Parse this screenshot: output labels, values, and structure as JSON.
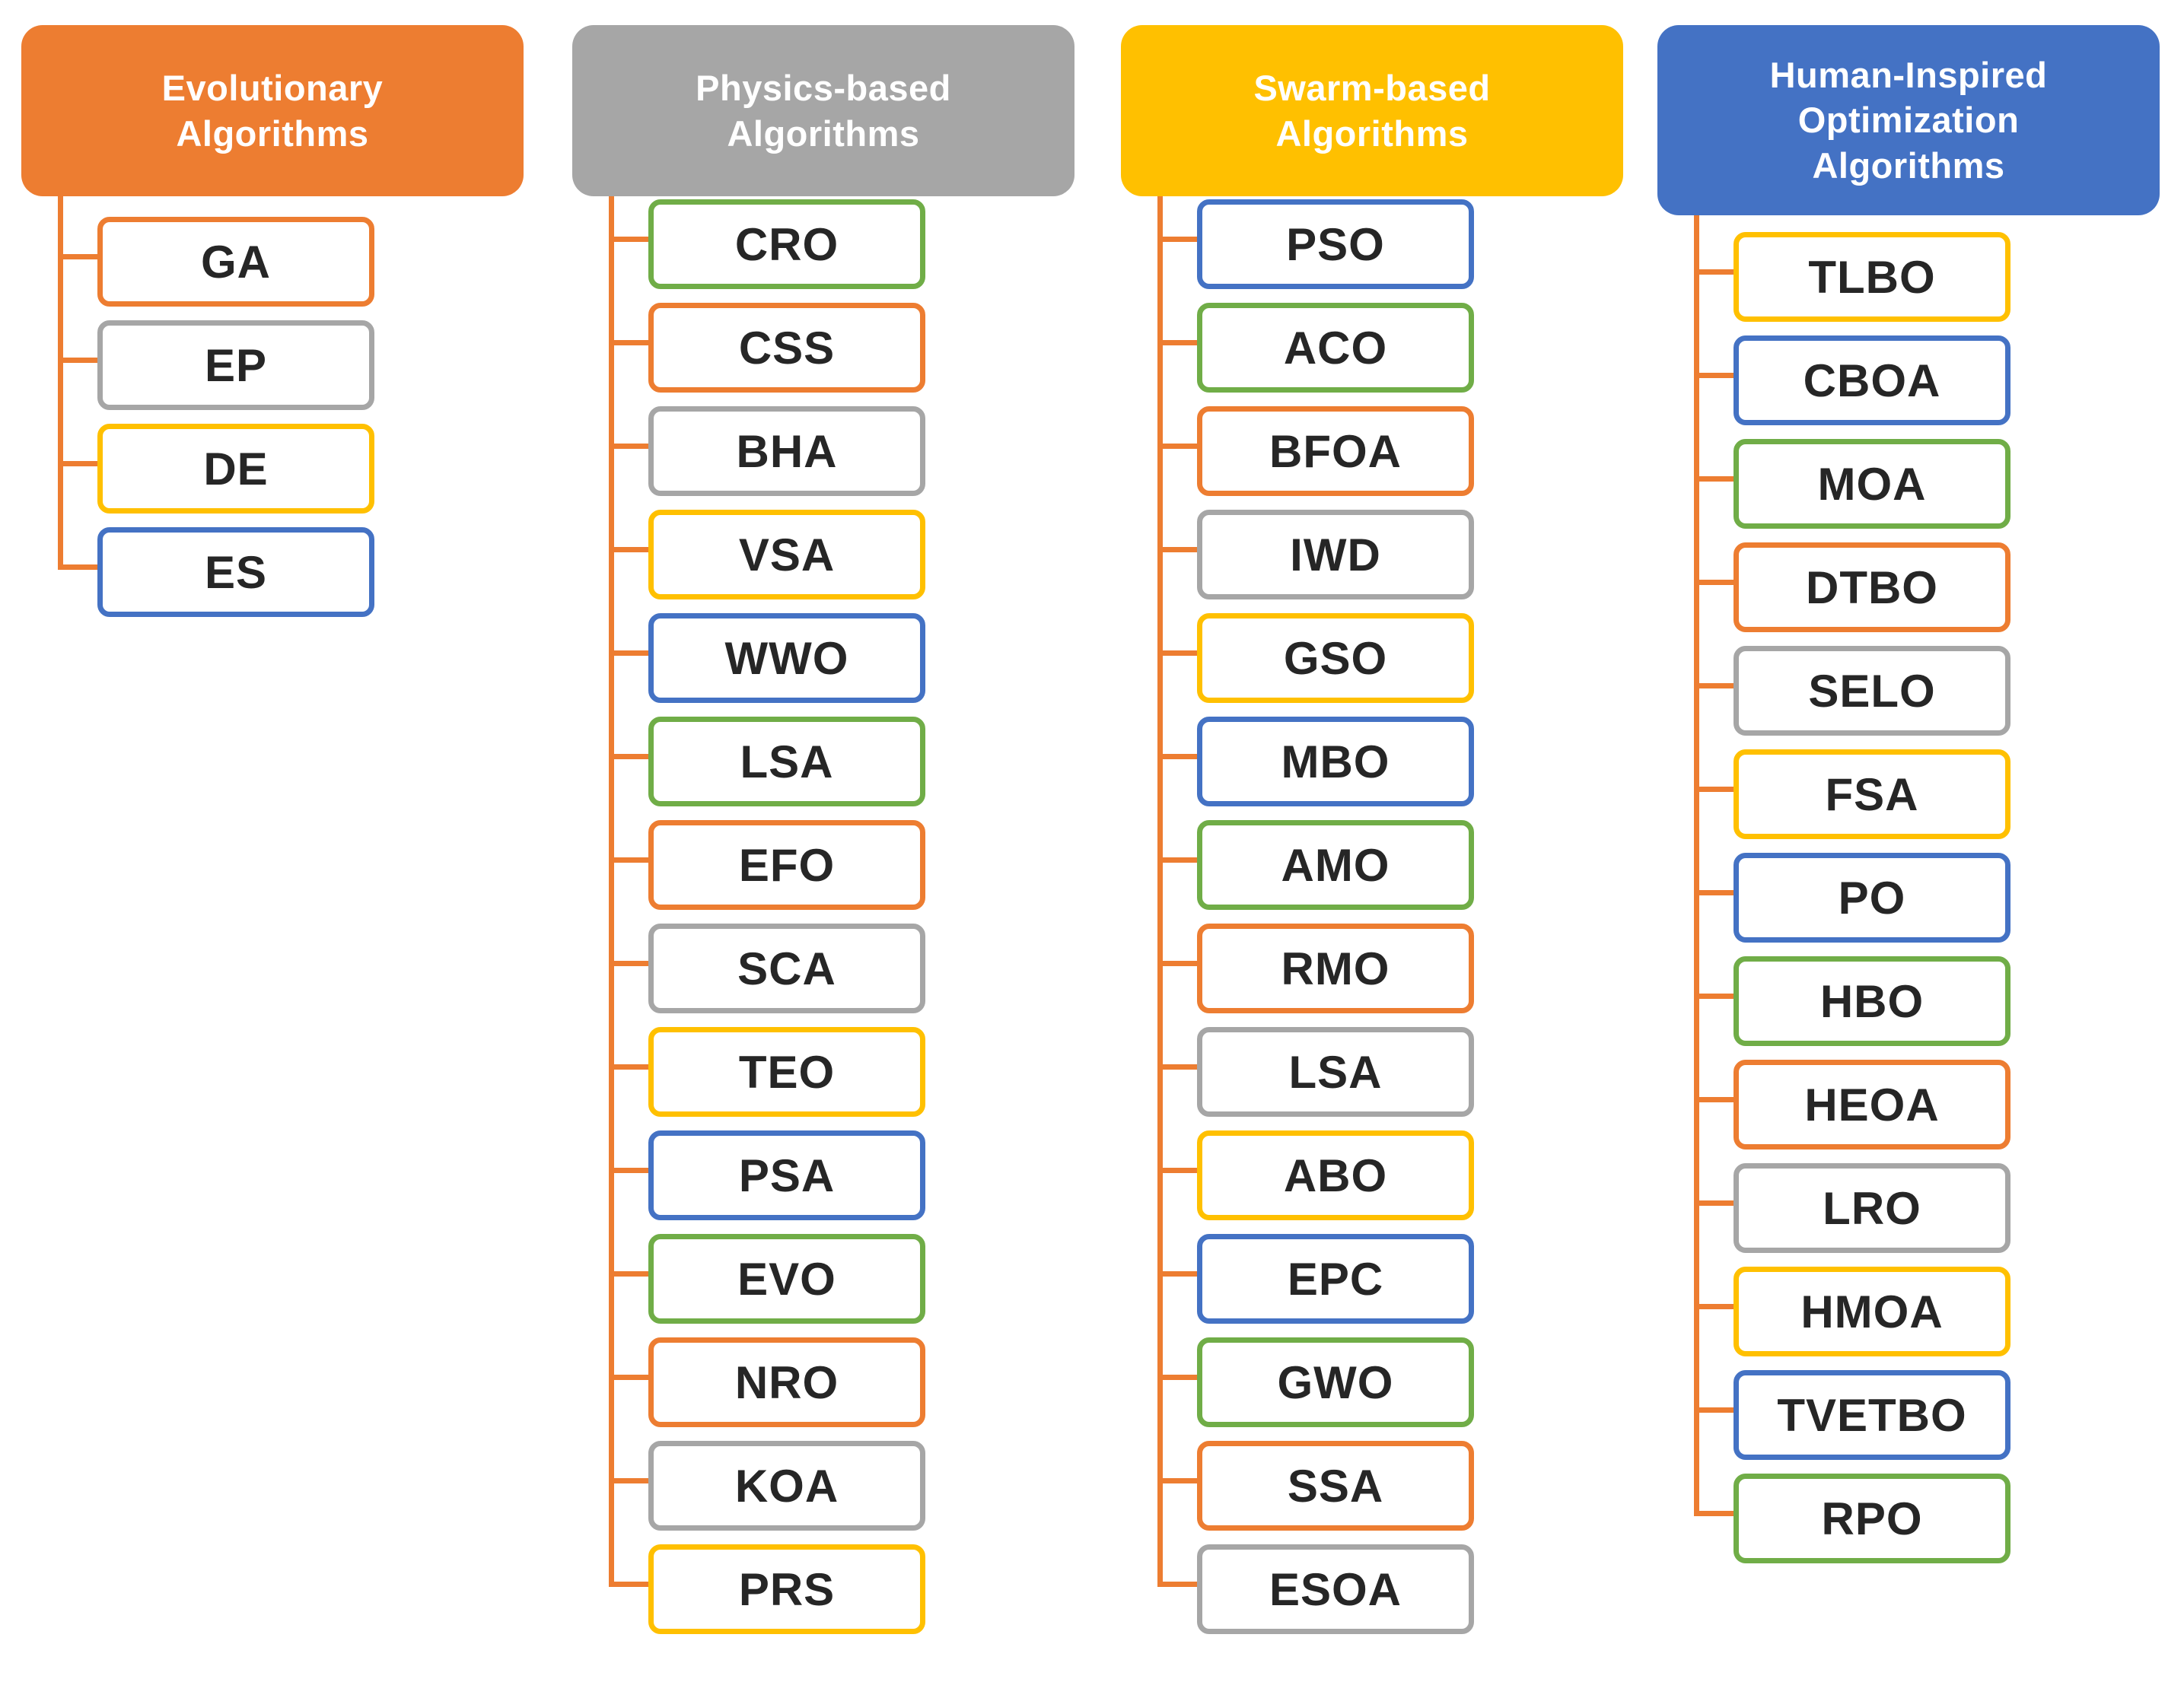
{
  "connector_color": "#ED7D31",
  "palette": {
    "orange": "#ED7D31",
    "gray": "#A6A6A6",
    "yellow": "#FFC000",
    "blue": "#4472C4",
    "green": "#70AD47"
  },
  "columns": [
    {
      "title": "Evolutionary\nAlgorithms",
      "header_color": "#ED7D31",
      "items": [
        {
          "label": "GA",
          "border_color": "#ED7D31"
        },
        {
          "label": "EP",
          "border_color": "#A6A6A6"
        },
        {
          "label": "DE",
          "border_color": "#FFC000"
        },
        {
          "label": "ES",
          "border_color": "#4472C4"
        }
      ]
    },
    {
      "title": "Physics-based\nAlgorithms",
      "header_color": "#A6A6A6",
      "items": [
        {
          "label": "CRO",
          "border_color": "#70AD47"
        },
        {
          "label": "CSS",
          "border_color": "#ED7D31"
        },
        {
          "label": "BHA",
          "border_color": "#A6A6A6"
        },
        {
          "label": "VSA",
          "border_color": "#FFC000"
        },
        {
          "label": "WWO",
          "border_color": "#4472C4"
        },
        {
          "label": "LSA",
          "border_color": "#70AD47"
        },
        {
          "label": "EFO",
          "border_color": "#ED7D31"
        },
        {
          "label": "SCA",
          "border_color": "#A6A6A6"
        },
        {
          "label": "TEO",
          "border_color": "#FFC000"
        },
        {
          "label": "PSA",
          "border_color": "#4472C4"
        },
        {
          "label": "EVO",
          "border_color": "#70AD47"
        },
        {
          "label": "NRO",
          "border_color": "#ED7D31"
        },
        {
          "label": "KOA",
          "border_color": "#A6A6A6"
        },
        {
          "label": "PRS",
          "border_color": "#FFC000"
        }
      ]
    },
    {
      "title": "Swarm-based\nAlgorithms",
      "header_color": "#FFC000",
      "items": [
        {
          "label": "PSO",
          "border_color": "#4472C4"
        },
        {
          "label": "ACO",
          "border_color": "#70AD47"
        },
        {
          "label": "BFOA",
          "border_color": "#ED7D31"
        },
        {
          "label": "IWD",
          "border_color": "#A6A6A6"
        },
        {
          "label": "GSO",
          "border_color": "#FFC000"
        },
        {
          "label": "MBO",
          "border_color": "#4472C4"
        },
        {
          "label": "AMO",
          "border_color": "#70AD47"
        },
        {
          "label": "RMO",
          "border_color": "#ED7D31"
        },
        {
          "label": "LSA",
          "border_color": "#A6A6A6"
        },
        {
          "label": "ABO",
          "border_color": "#FFC000"
        },
        {
          "label": "EPC",
          "border_color": "#4472C4"
        },
        {
          "label": "GWO",
          "border_color": "#70AD47"
        },
        {
          "label": "SSA",
          "border_color": "#ED7D31"
        },
        {
          "label": "ESOA",
          "border_color": "#A6A6A6"
        }
      ]
    },
    {
      "title": "Human-Inspired\nOptimization\nAlgorithms",
      "header_color": "#4472C4",
      "items": [
        {
          "label": "TLBO",
          "border_color": "#FFC000"
        },
        {
          "label": "CBOA",
          "border_color": "#4472C4"
        },
        {
          "label": "MOA",
          "border_color": "#70AD47"
        },
        {
          "label": "DTBO",
          "border_color": "#ED7D31"
        },
        {
          "label": "SELO",
          "border_color": "#A6A6A6"
        },
        {
          "label": "FSA",
          "border_color": "#FFC000"
        },
        {
          "label": "PO",
          "border_color": "#4472C4"
        },
        {
          "label": "HBO",
          "border_color": "#70AD47"
        },
        {
          "label": "HEOA",
          "border_color": "#ED7D31"
        },
        {
          "label": "LRO",
          "border_color": "#A6A6A6"
        },
        {
          "label": "HMOA",
          "border_color": "#FFC000"
        },
        {
          "label": "TVETBO",
          "border_color": "#4472C4"
        },
        {
          "label": "RPO",
          "border_color": "#70AD47"
        }
      ]
    }
  ]
}
